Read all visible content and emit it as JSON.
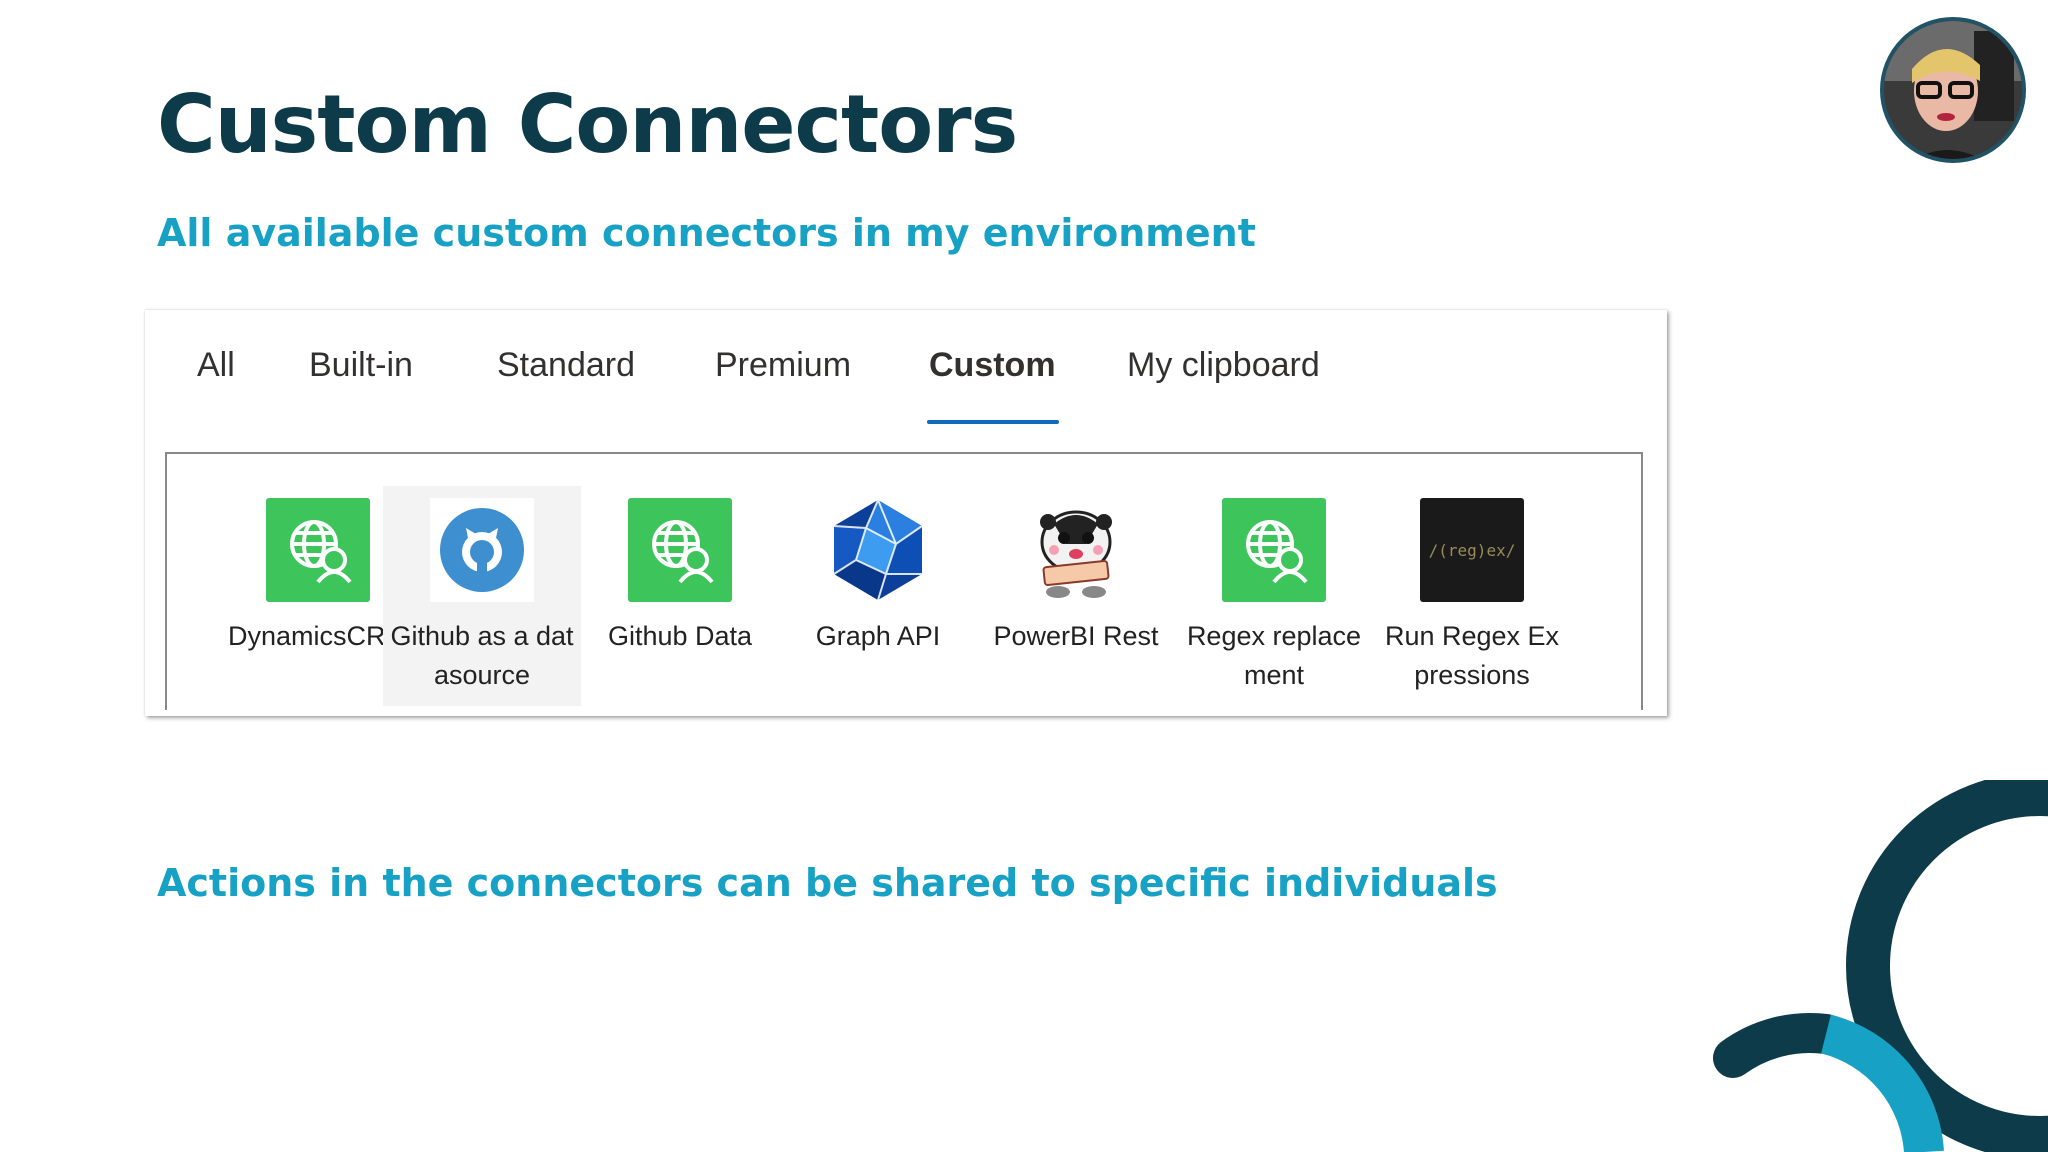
{
  "slide": {
    "title": "Custom Connectors",
    "subtitle_top": "All available custom connectors in my environment",
    "subtitle_bottom": "Actions in the connectors can be shared to specific individuals"
  },
  "tabs": [
    {
      "label": "All",
      "active": false
    },
    {
      "label": "Built-in",
      "active": false
    },
    {
      "label": "Standard",
      "active": false
    },
    {
      "label": "Premium",
      "active": false
    },
    {
      "label": "Custom",
      "active": true
    },
    {
      "label": "My clipboard",
      "active": false
    }
  ],
  "connectors": [
    {
      "label": "DynamicsCRM",
      "icon": "globe-person-icon",
      "selected": false
    },
    {
      "label": "Github as a datasource",
      "icon": "github-icon",
      "selected": true
    },
    {
      "label": "Github Data",
      "icon": "globe-person-icon",
      "selected": false
    },
    {
      "label": "Graph API",
      "icon": "graph-polyhedron-icon",
      "selected": false
    },
    {
      "label": "PowerBI Rest",
      "icon": "badger-mascot-icon",
      "selected": false
    },
    {
      "label": "Regex replacement",
      "icon": "globe-person-icon",
      "selected": false
    },
    {
      "label": "Run Regex Expressions",
      "icon": "regex-icon",
      "selected": false
    }
  ],
  "regex_icon_text": "/(reg)ex/",
  "colors": {
    "title": "#0d3b4a",
    "accent": "#17a1c4",
    "tab_underline": "#0f6cbd",
    "connector_green": "#3dc45a",
    "github_blue": "#3d8fd0"
  }
}
